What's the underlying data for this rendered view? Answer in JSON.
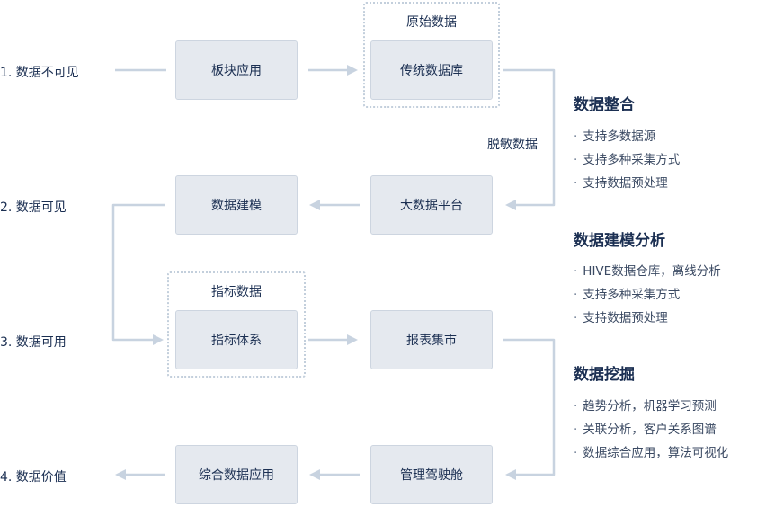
{
  "stages": [
    {
      "label": "1. 数据不可见"
    },
    {
      "label": "2. 数据可见"
    },
    {
      "label": "3. 数据可用"
    },
    {
      "label": "4. 数据价值"
    }
  ],
  "boxes": {
    "module_app": "板块应用",
    "traditional_db": "传统数据库",
    "data_modeling": "数据建模",
    "big_data_platform": "大数据平台",
    "indicator_system": "指标体系",
    "report_mart": "报表集市",
    "integrated_app": "综合数据应用",
    "cockpit": "管理驾驶舱"
  },
  "groups": {
    "raw_data": "原始数据",
    "indicator_data": "指标数据"
  },
  "edge_labels": {
    "desensitize": "脱敏数据"
  },
  "sections": [
    {
      "title": "数据整合",
      "items": [
        "支持多数据源",
        "支持多种采集方式",
        "支持数据预处理"
      ]
    },
    {
      "title": "数据建模分析",
      "items": [
        "HIVE数据仓库，离线分析",
        "支持多种采集方式",
        "支持数据预处理"
      ]
    },
    {
      "title": "数据挖掘",
      "items": [
        "趋势分析，机器学习预测",
        "关联分析，客户关系图谱",
        "数据综合应用，算法可视化"
      ]
    }
  ],
  "bullet": "·",
  "colors": {
    "box_fill": "#e5e9ef",
    "box_border": "#cdd5e0",
    "arrow": "#c8d3e0",
    "text": "#1b2f52"
  }
}
